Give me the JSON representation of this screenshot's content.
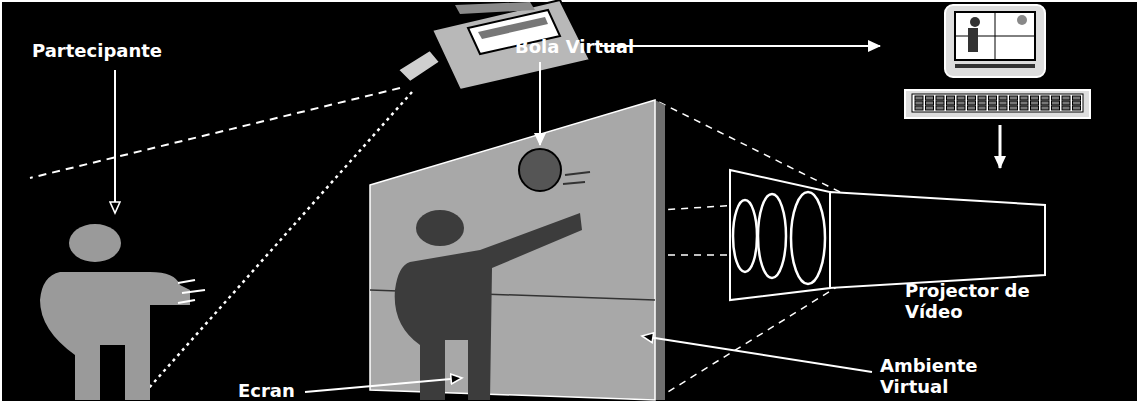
{
  "diagram": {
    "labels": [
      "Partecipante",
      "Bola Virtual",
      "Projector de Vídeo",
      "Ambiente Virtual",
      "Ecran"
    ]
  }
}
